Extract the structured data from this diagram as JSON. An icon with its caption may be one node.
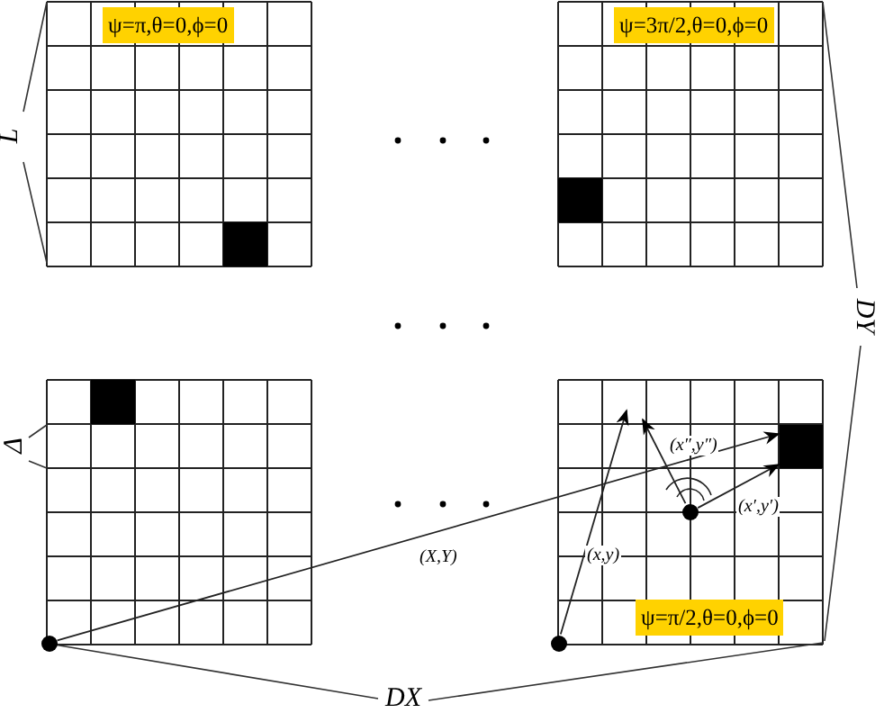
{
  "diagram": {
    "nodes": [
      {
        "text": [
          "ψ=π,θ=0,ϕ=0"
        ]
      },
      {
        "text": [
          "ψ=3π/2,θ=0,ϕ=0"
        ]
      },
      {
        "text": [],
        "shape": "box"
      },
      {
        "text": [
          "ψ=π/2,θ=0,ϕ=0"
        ]
      },
      {
        "text": [],
        "shape": "circle",
        "in": 2
      },
      {
        "text": [],
        "shape": "circle",
        "in": 3
      },
      {
        "text": [],
        "shape": "circle",
        "in": 3
      },
      {
        "text": [],
        "shape": "box",
        "in": 3
      }
    ],
    "edges": [
      {
        "from": 4,
        "to": 7,
        "arrow": "to",
        "label": "(X,Y)"
      },
      {
        "from": 5,
        "to": null,
        "arrow": "to",
        "label": "(x,y)"
      },
      {
        "from": 6,
        "to": null,
        "arrow": "to",
        "label": "(x″,y″)"
      },
      {
        "from": 6,
        "to": 7,
        "arrow": "to",
        "label": "(x′,y′)"
      }
    ],
    "labels": [
      "L",
      "Δ",
      "DY",
      "DX"
    ]
  }
}
